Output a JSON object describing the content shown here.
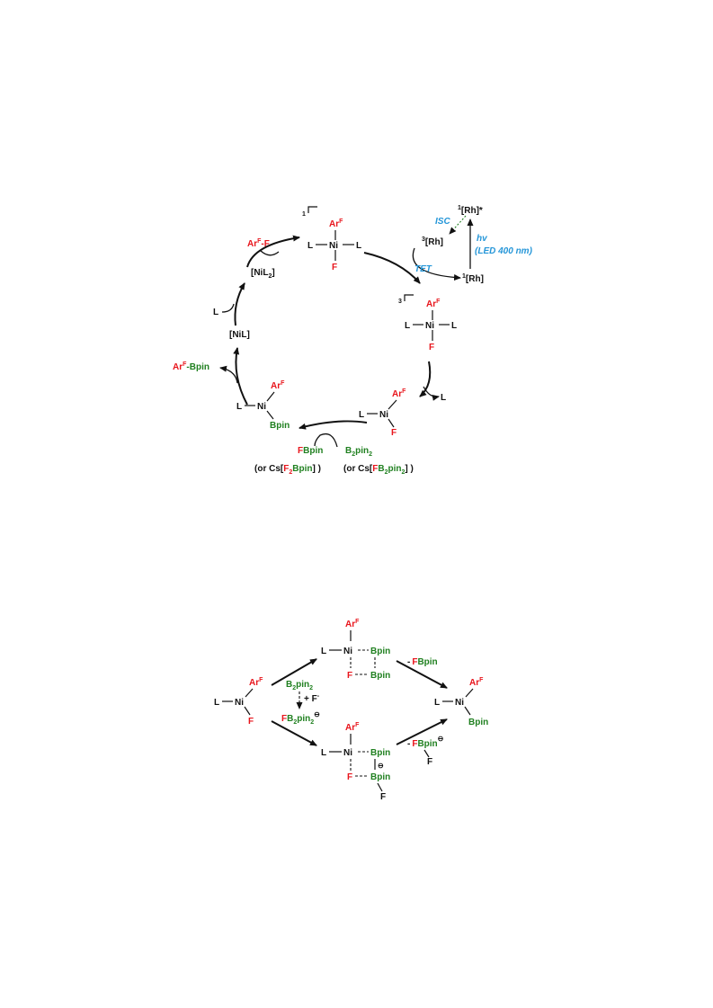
{
  "colors": {
    "black": "#111111",
    "red": "#e8151c",
    "green": "#208020",
    "blue": "#2596d8"
  },
  "cycle": {
    "spin1": "1",
    "spin3": "3",
    "complex_top": {
      "ar": "Ar",
      "arsup": "F",
      "l1": "L",
      "ni": "Ni",
      "l2": "L",
      "f": "F"
    },
    "arf_f": {
      "ar": "Ar",
      "sup": "F",
      "rest": "-F"
    },
    "nil2": {
      "a": "[NiL",
      "sub": "2",
      "b": "]"
    },
    "l_label": "L",
    "nil": "[NiL]",
    "arf_bpin": {
      "ar": "Ar",
      "sup": "F",
      "rest": "-Bpin"
    },
    "complex_bpin": {
      "ar": "Ar",
      "arsup": "F",
      "l": "L",
      "ni": "Ni",
      "bpin": "Bpin"
    },
    "fbpin": {
      "f": "F",
      "bpin": "Bpin"
    },
    "or_left": {
      "pre": "(or Cs[",
      "f": "F",
      "sub": "2",
      "bpin": "Bpin",
      "post": "] )"
    },
    "b2pin2": {
      "b": "B",
      "sub1": "2",
      "pin": "pin",
      "sub2": "2"
    },
    "or_right": {
      "pre": "(or Cs[",
      "f": "F",
      "b": "B",
      "sub1": "2",
      "pin": "pin",
      "sub2": "2",
      "post": "] )"
    },
    "complex_nil_f": {
      "ar": "Ar",
      "arsup": "F",
      "l": "L",
      "ni": "Ni",
      "f": "F"
    },
    "l_leave": "L",
    "complex_triplet": {
      "ar": "Ar",
      "arsup": "F",
      "l1": "L",
      "ni": "Ni",
      "l2": "L",
      "f": "F"
    },
    "rh_excited": {
      "sup": "1",
      "label": "[Rh]*"
    },
    "isc": "ISC",
    "rh3": {
      "sup": "3",
      "label": "[Rh]"
    },
    "hv": "hv",
    "led": "(LED 400 nm)",
    "tet": "TET",
    "rh1": {
      "sup": "1",
      "label": "[Rh]"
    }
  },
  "mechanism": {
    "start": {
      "ar": "Ar",
      "arsup": "F",
      "l": "L",
      "ni": "Ni",
      "f": "F"
    },
    "upper": {
      "ar": "Ar",
      "arsup": "F",
      "l": "L",
      "ni": "Ni",
      "bpin1": "Bpin",
      "f": "F",
      "bpin2": "Bpin"
    },
    "minus_fbpin": {
      "minus": "-",
      "f": "F",
      "bpin": "Bpin"
    },
    "b2pin2": {
      "b": "B",
      "sub1": "2",
      "pin": "pin",
      "sub2": "2"
    },
    "plus_f": {
      "plus": "+ F",
      "sup": "-"
    },
    "fb2pin2": {
      "f": "F",
      "b": "B",
      "sub1": "2",
      "pin": "pin",
      "sub2": "2",
      "charge": "⊖"
    },
    "lower": {
      "ar": "Ar",
      "arsup": "F",
      "l": "L",
      "ni": "Ni",
      "bpin1": "Bpin",
      "charge": "⊖",
      "f": "F",
      "bpin2": "Bpin",
      "f2": "F"
    },
    "minus_fbpin_anion": {
      "minus": "-",
      "f": "F",
      "bpin": "Bpin",
      "charge": "⊖",
      "f2": "F"
    },
    "product": {
      "ar": "Ar",
      "arsup": "F",
      "l": "L",
      "ni": "Ni",
      "bpin": "Bpin"
    }
  }
}
